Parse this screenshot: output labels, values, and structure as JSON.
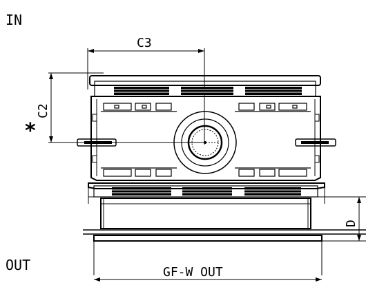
{
  "labels": {
    "inlet": "IN",
    "outlet": "OUT",
    "dim_c3": "C3",
    "dim_c2": "C2",
    "asterisk": "*",
    "dim_d": "D",
    "dim_gf_w_out": "GF-W OUT"
  }
}
